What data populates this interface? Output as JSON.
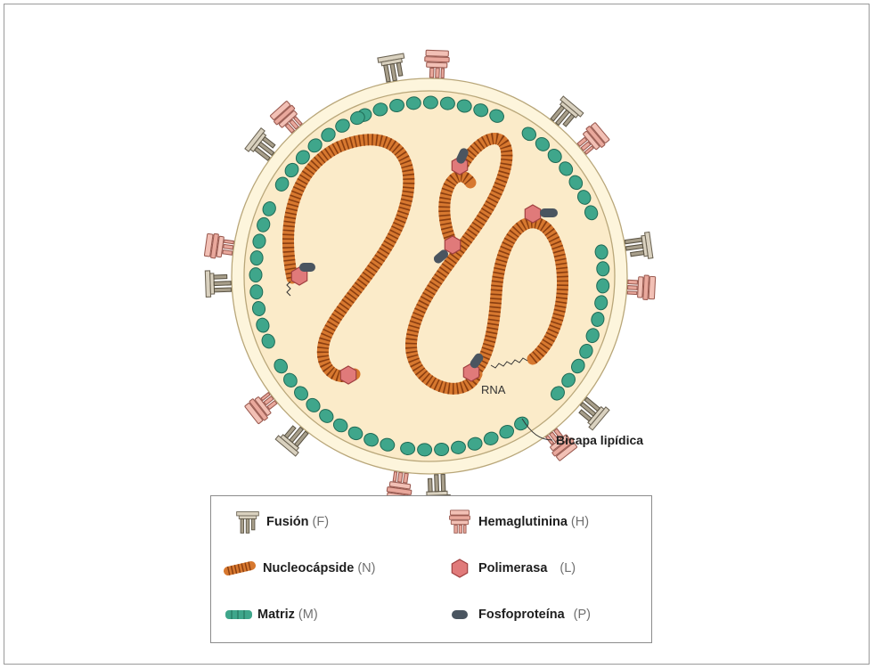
{
  "diagram": {
    "membrane_label": "Bicapa lipídica",
    "rna_label": "RNA"
  },
  "legend": {
    "items": [
      {
        "name": "Fusión",
        "abbr": "(F)",
        "icon": "fusion-protein-icon"
      },
      {
        "name": "Hemaglutinina",
        "abbr": "(H)",
        "icon": "hemagglutinin-icon"
      },
      {
        "name": "Nucleocápside",
        "abbr": "(N)",
        "icon": "nucleocapsid-icon"
      },
      {
        "name": "Polimerasa",
        "abbr": "(L)",
        "icon": "polymerase-icon"
      },
      {
        "name": "Matriz",
        "abbr": "(M)",
        "icon": "matrix-icon"
      },
      {
        "name": "Fosfoproteína",
        "abbr": "(P)",
        "icon": "phosphoprotein-icon"
      }
    ]
  },
  "colors": {
    "interior": "#fbebc9",
    "membrane": "#fdf5dc",
    "matrix": "#3fa68b",
    "nucleocapsid": "#d7782f",
    "polymerase": "#e07a7a",
    "phosphoprotein": "#4a5560",
    "hemagglutinin": "#e9a89c",
    "fusion": "#8c8270"
  }
}
